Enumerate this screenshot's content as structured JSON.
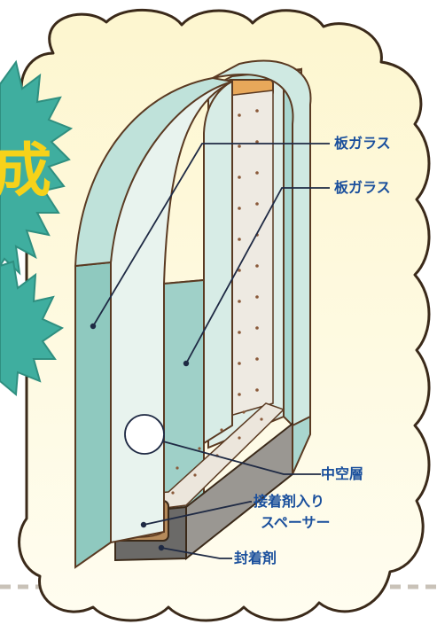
{
  "badge": {
    "glyph": "成",
    "color": "#f6d21a",
    "burst_color": "#3fae9f"
  },
  "labels": {
    "glass1": "板ガラス",
    "glass2": "板ガラス",
    "air_layer": "中空層",
    "spacer_line1": "接着剤入り",
    "spacer_line2": "スペーサー",
    "sealant": "封着剤"
  },
  "colors": {
    "cloud_fill": "#fdf7d2",
    "cloud_stroke": "#3b2a1a",
    "glass_face": "#e8f3ee",
    "glass_edge": "#a9d6cf",
    "label_text": "#1a4f9c",
    "dashed_line": "#c9c2b8"
  }
}
